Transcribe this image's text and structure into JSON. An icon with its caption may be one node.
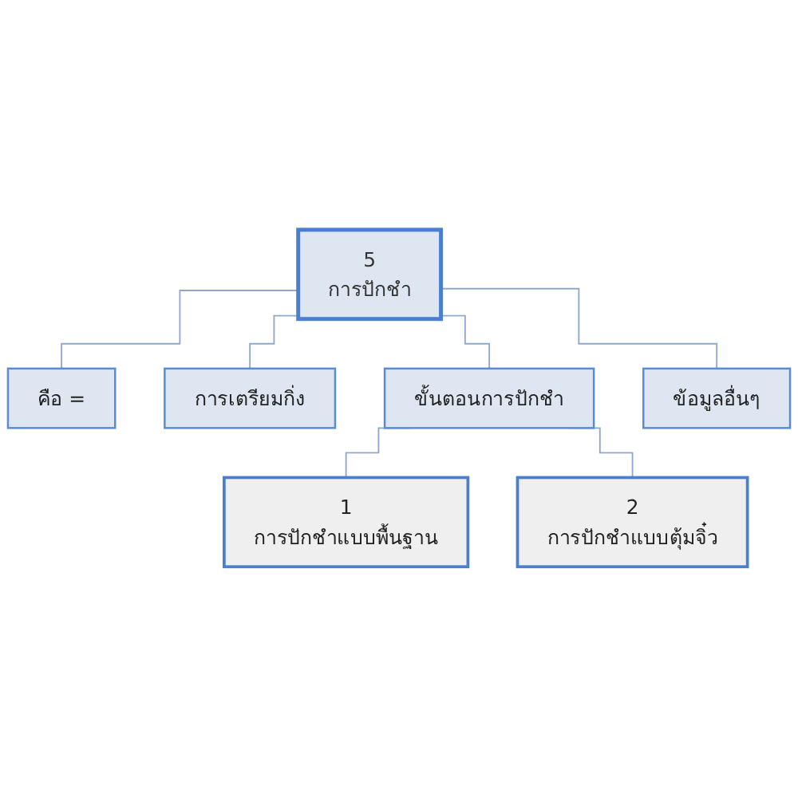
{
  "diagram": {
    "nodes": [
      {
        "text": [
          "5",
          "การปักชำ"
        ]
      },
      {
        "text": [
          "คือ ="
        ]
      },
      {
        "text": [
          "การเตรียมกิ่ง"
        ]
      },
      {
        "text": [
          "ขั้นตอนการปักชำ"
        ]
      },
      {
        "text": [
          "ข้อมูลอื่นๆ"
        ]
      },
      {
        "text": [
          "1",
          "การปักชำแบบพื้นฐาน"
        ]
      },
      {
        "text": [
          "2",
          "การปักชำแบบตุ้มจิ๋ว"
        ]
      }
    ],
    "edges": [
      {
        "from": 0,
        "to": 1,
        "arrow": "none"
      },
      {
        "from": 0,
        "to": 2,
        "arrow": "none"
      },
      {
        "from": 0,
        "to": 3,
        "arrow": "none"
      },
      {
        "from": 0,
        "to": 4,
        "arrow": "none"
      },
      {
        "from": 3,
        "to": 5,
        "arrow": "none"
      },
      {
        "from": 3,
        "to": 6,
        "arrow": "none"
      }
    ]
  }
}
